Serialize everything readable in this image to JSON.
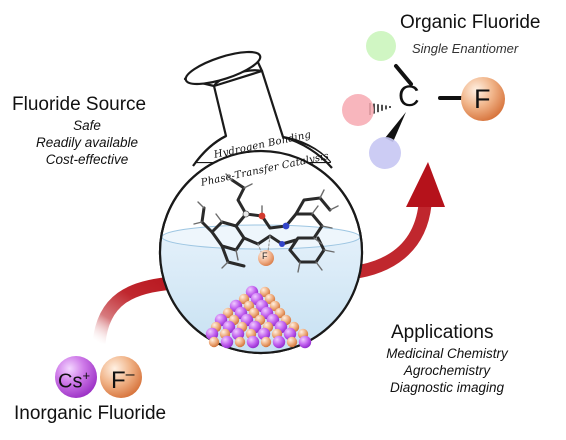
{
  "organic_fluoride": {
    "title": "Organic Fluoride",
    "subtitle": "Single Enantiomer",
    "center_atom": "C",
    "fluorine_atom": "F",
    "colors": {
      "green": "#c8f5b8",
      "red": "#f7a9b2",
      "blue": "#c6c6f3",
      "fluorine": "#e0884f"
    }
  },
  "fluoride_source": {
    "title": "Fluoride Source",
    "properties": [
      "Safe",
      "Readily available",
      "Cost-effective"
    ]
  },
  "catalyst": {
    "line1": "Hydrogen Bonding",
    "line2": "Phase-Transfer Catalysis",
    "fluoride_label": "F"
  },
  "inorganic_fluoride": {
    "title": "Inorganic Fluoride",
    "cation": "Cs",
    "cation_charge": "+",
    "anion": "F",
    "anion_charge": "–",
    "colors": {
      "cesium": "#b34fd6",
      "fluoride": "#e0884f"
    }
  },
  "applications": {
    "title": "Applications",
    "items": [
      "Medicinal Chemistry",
      "Agrochemistry",
      "Diagnostic imaging"
    ]
  },
  "arrow_color": "#b5121b"
}
